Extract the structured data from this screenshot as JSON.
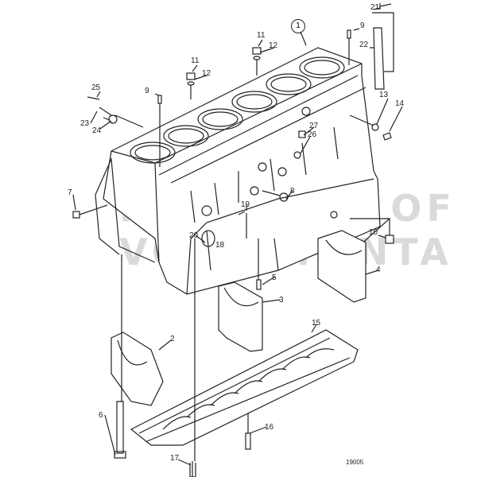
{
  "diagram": {
    "reference_number": "19005",
    "watermark": [
      "PROPERTY OF",
      "VOLVO PENTA"
    ],
    "callouts": {
      "main_part": "1",
      "p2": "2",
      "p3": "3",
      "p4": "4",
      "p5": "5",
      "p6": "6",
      "p7": "7",
      "p8": "8",
      "p9a": "9",
      "p9b": "9",
      "p10": "10",
      "p11a": "11",
      "p11b": "11",
      "p12a": "12",
      "p12b": "12",
      "p13": "13",
      "p14": "14",
      "p15": "15",
      "p16": "16",
      "p17": "17",
      "p18": "18",
      "p19": "19",
      "p20": "20",
      "p21": "21",
      "p22": "22",
      "p23": "23",
      "p24": "24",
      "p25": "25",
      "p26": "26",
      "p27": "27"
    }
  }
}
